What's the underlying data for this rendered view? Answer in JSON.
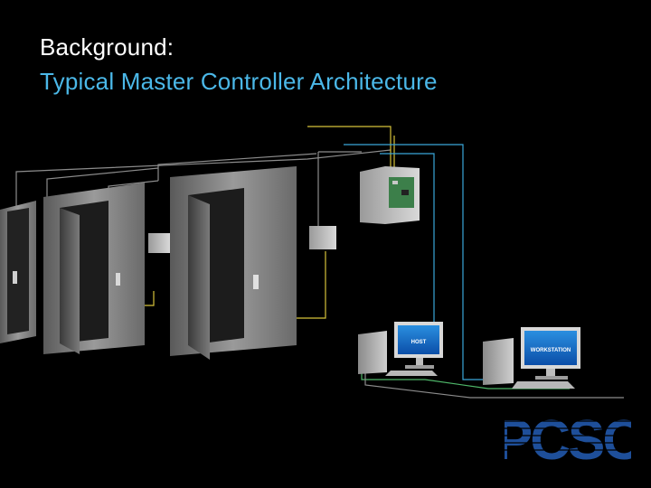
{
  "slide": {
    "title_line1": "Background:",
    "title_line2": "Typical Master Controller Architecture"
  },
  "diagram": {
    "host_screen_label": "HOST",
    "workstation_screen_label": "WORKSTATION",
    "logo_text": "PCSC"
  },
  "colors": {
    "background": "#000000",
    "title_primary": "#ffffff",
    "title_accent": "#4bb8e8",
    "wire_grey": "#8c8c8c",
    "wire_yellow": "#d6c23a",
    "wire_blue": "#3aa7d9",
    "wire_green": "#4fb86a",
    "logo_blue": "#1e4f9a"
  }
}
